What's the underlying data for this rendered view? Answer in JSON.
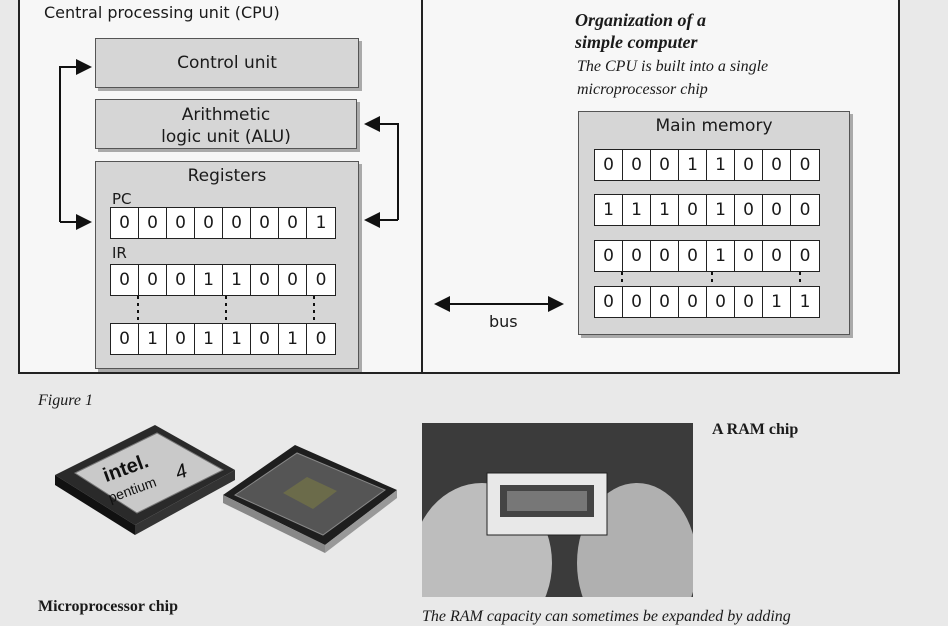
{
  "cpu": {
    "title": "Central processing unit (CPU)",
    "control_unit": "Control unit",
    "alu_line1": "Arithmetic",
    "alu_line2": "logic unit (ALU)",
    "registers": {
      "title": "Registers",
      "pc_label": "PC",
      "pc_bits": [
        "0",
        "0",
        "0",
        "0",
        "0",
        "0",
        "0",
        "1"
      ],
      "ir_label": "IR",
      "ir_bits": [
        "0",
        "0",
        "0",
        "1",
        "1",
        "0",
        "0",
        "0"
      ],
      "ir2_bits": [
        "0",
        "1",
        "0",
        "1",
        "1",
        "0",
        "1",
        "0"
      ]
    }
  },
  "bus_label": "bus",
  "organization": {
    "title_line1": "Organization of a",
    "title_line2": "simple computer",
    "subtitle_line1": "The CPU is built into a single",
    "subtitle_line2": "microprocessor chip"
  },
  "memory": {
    "title": "Main memory",
    "rows": [
      [
        "0",
        "0",
        "0",
        "1",
        "1",
        "0",
        "0",
        "0"
      ],
      [
        "1",
        "1",
        "1",
        "0",
        "1",
        "0",
        "0",
        "0"
      ],
      [
        "0",
        "0",
        "0",
        "0",
        "1",
        "0",
        "0",
        "0"
      ],
      [
        "0",
        "0",
        "0",
        "0",
        "0",
        "0",
        "1",
        "1"
      ]
    ]
  },
  "figure_label": "Figure 1",
  "ram_chip_label": "A RAM chip",
  "microprocessor_label": "Microprocessor chip",
  "ram_caption": "The RAM capacity can sometimes be expanded by adding",
  "chip_brand": "intel.",
  "chip_model": "pentium",
  "chip_model_number": "4"
}
